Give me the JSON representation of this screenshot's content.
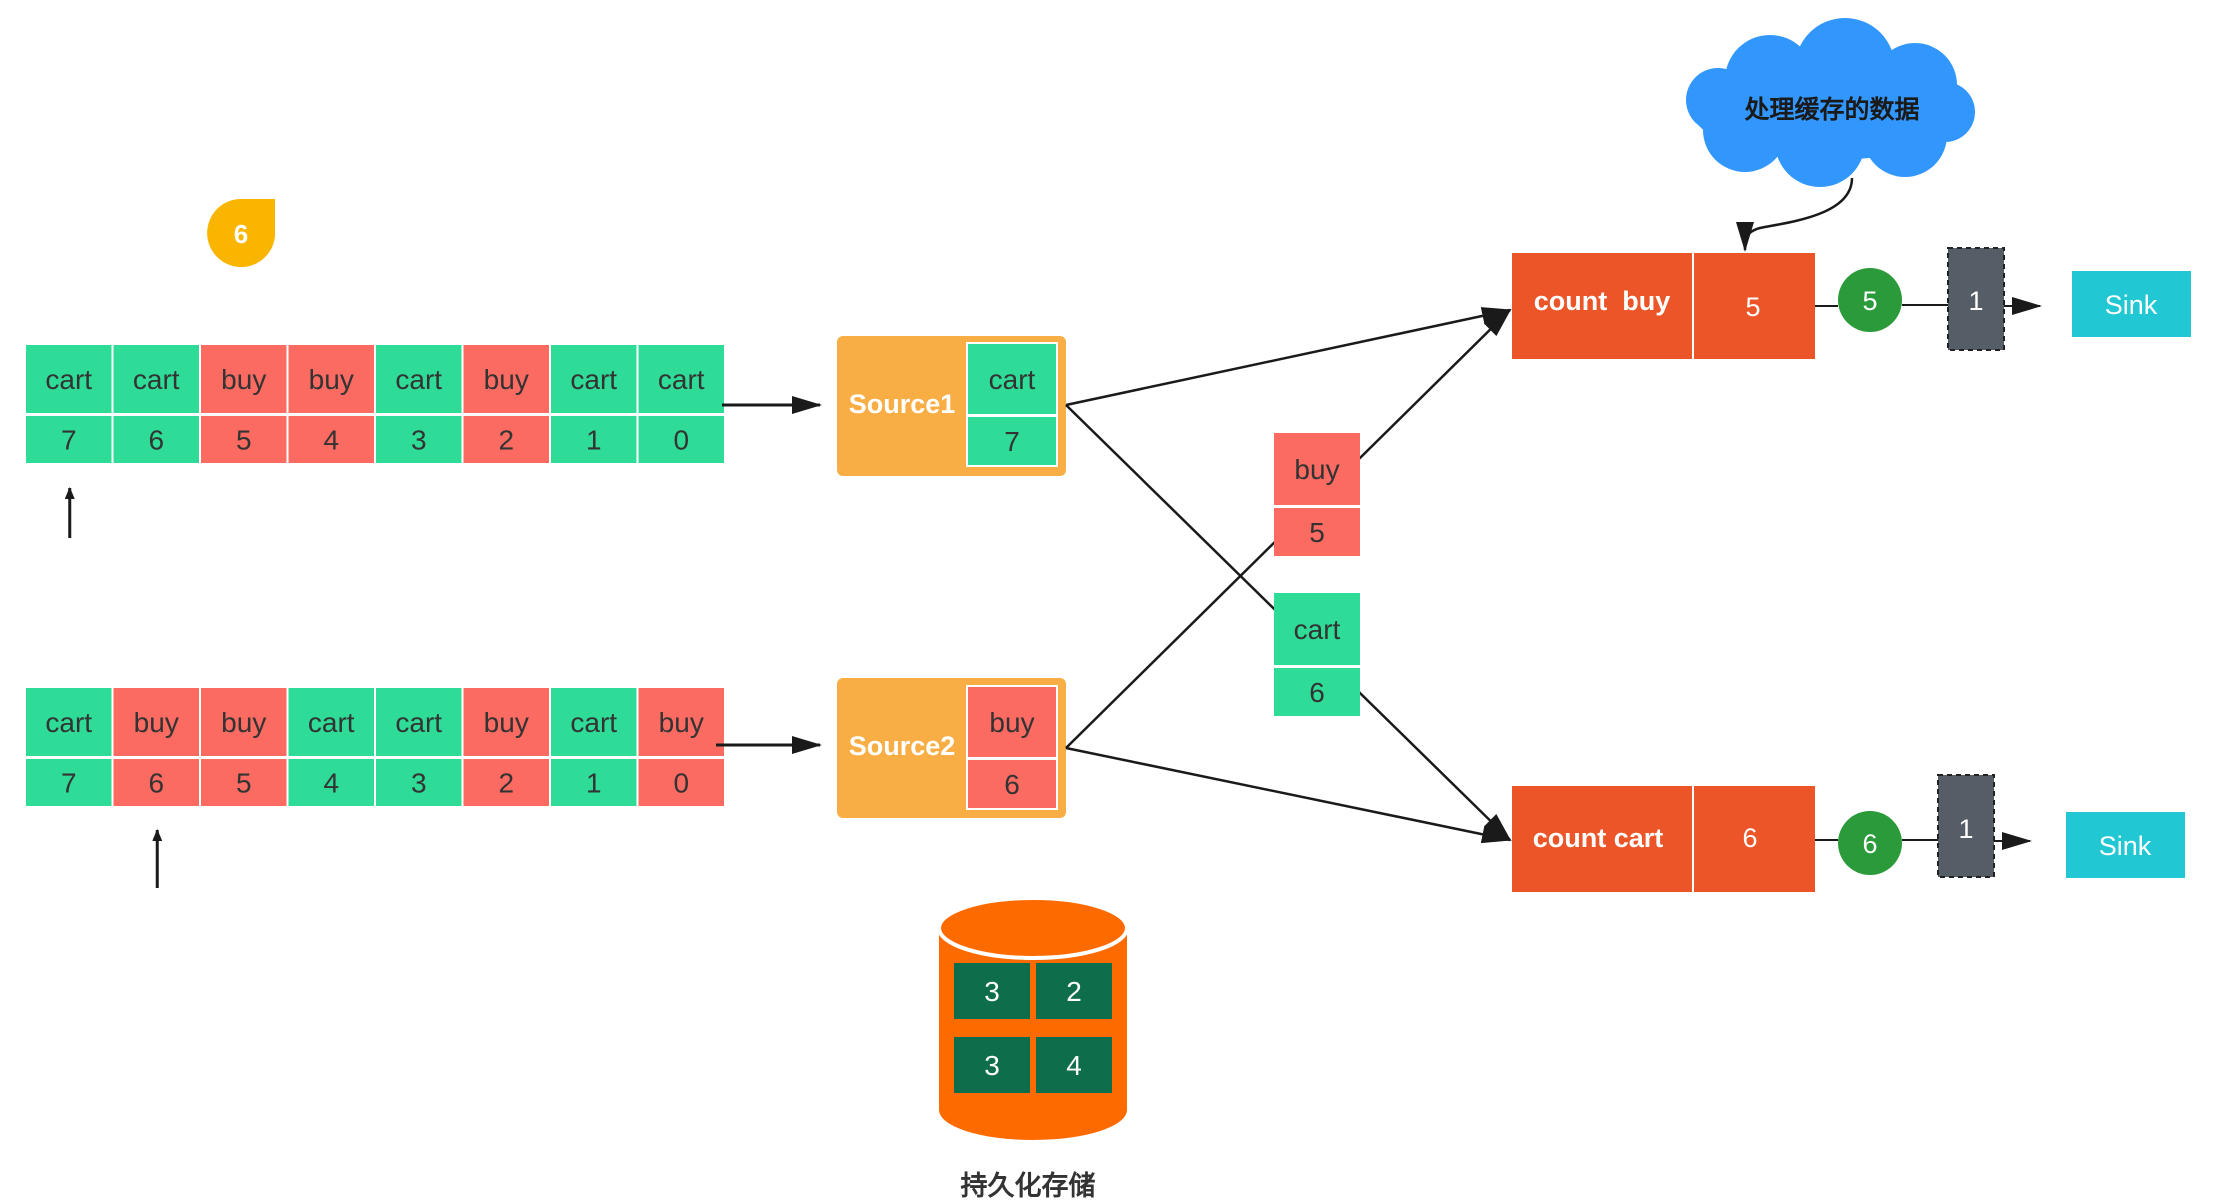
{
  "colors": {
    "cart": "#2edc98",
    "buy": "#fc6b62",
    "source_box": "#f8ae45",
    "operator": "#eb5528",
    "count_circle": "#2b9a3a",
    "barrier": "#555d66",
    "sink": "#21c8d4",
    "cloud": "#3297fd",
    "badge": "#f9b500",
    "db": "#fd6a00",
    "db_cell": "#0e6d4a",
    "line": "#1a1a1a"
  },
  "badge": {
    "label": "6",
    "icon": "water-drop-badge"
  },
  "stream1": {
    "items": [
      {
        "type": "cart",
        "offset": "7"
      },
      {
        "type": "cart",
        "offset": "6"
      },
      {
        "type": "buy",
        "offset": "5"
      },
      {
        "type": "buy",
        "offset": "4"
      },
      {
        "type": "cart",
        "offset": "3"
      },
      {
        "type": "buy",
        "offset": "2"
      },
      {
        "type": "cart",
        "offset": "1"
      },
      {
        "type": "cart",
        "offset": "0"
      }
    ],
    "pointer_index": 0
  },
  "stream2": {
    "items": [
      {
        "type": "cart",
        "offset": "7"
      },
      {
        "type": "buy",
        "offset": "6"
      },
      {
        "type": "buy",
        "offset": "5"
      },
      {
        "type": "cart",
        "offset": "4"
      },
      {
        "type": "cart",
        "offset": "3"
      },
      {
        "type": "buy",
        "offset": "2"
      },
      {
        "type": "cart",
        "offset": "1"
      },
      {
        "type": "buy",
        "offset": "0"
      }
    ],
    "pointer_index": 1
  },
  "source1": {
    "label": "Source1",
    "record": {
      "type": "cart",
      "offset": "7"
    }
  },
  "source2": {
    "label": "Source2",
    "record": {
      "type": "buy",
      "offset": "6"
    }
  },
  "in_flight": [
    {
      "type": "buy",
      "offset": "5"
    },
    {
      "type": "cart",
      "offset": "6"
    }
  ],
  "operators": {
    "count_buy": {
      "label": "count  buy",
      "value": "5",
      "out_count": "5",
      "barrier": "1",
      "sink": "Sink"
    },
    "count_cart": {
      "label": "count cart",
      "value": "6",
      "out_count": "6",
      "barrier": "1",
      "sink": "Sink"
    }
  },
  "cloud": {
    "label": "处理缓存的数据",
    "icon": "cloud-shape"
  },
  "storage": {
    "label": "持久化存储",
    "icon": "database-cylinder",
    "cells": [
      "3",
      "2",
      "3",
      "4"
    ]
  }
}
